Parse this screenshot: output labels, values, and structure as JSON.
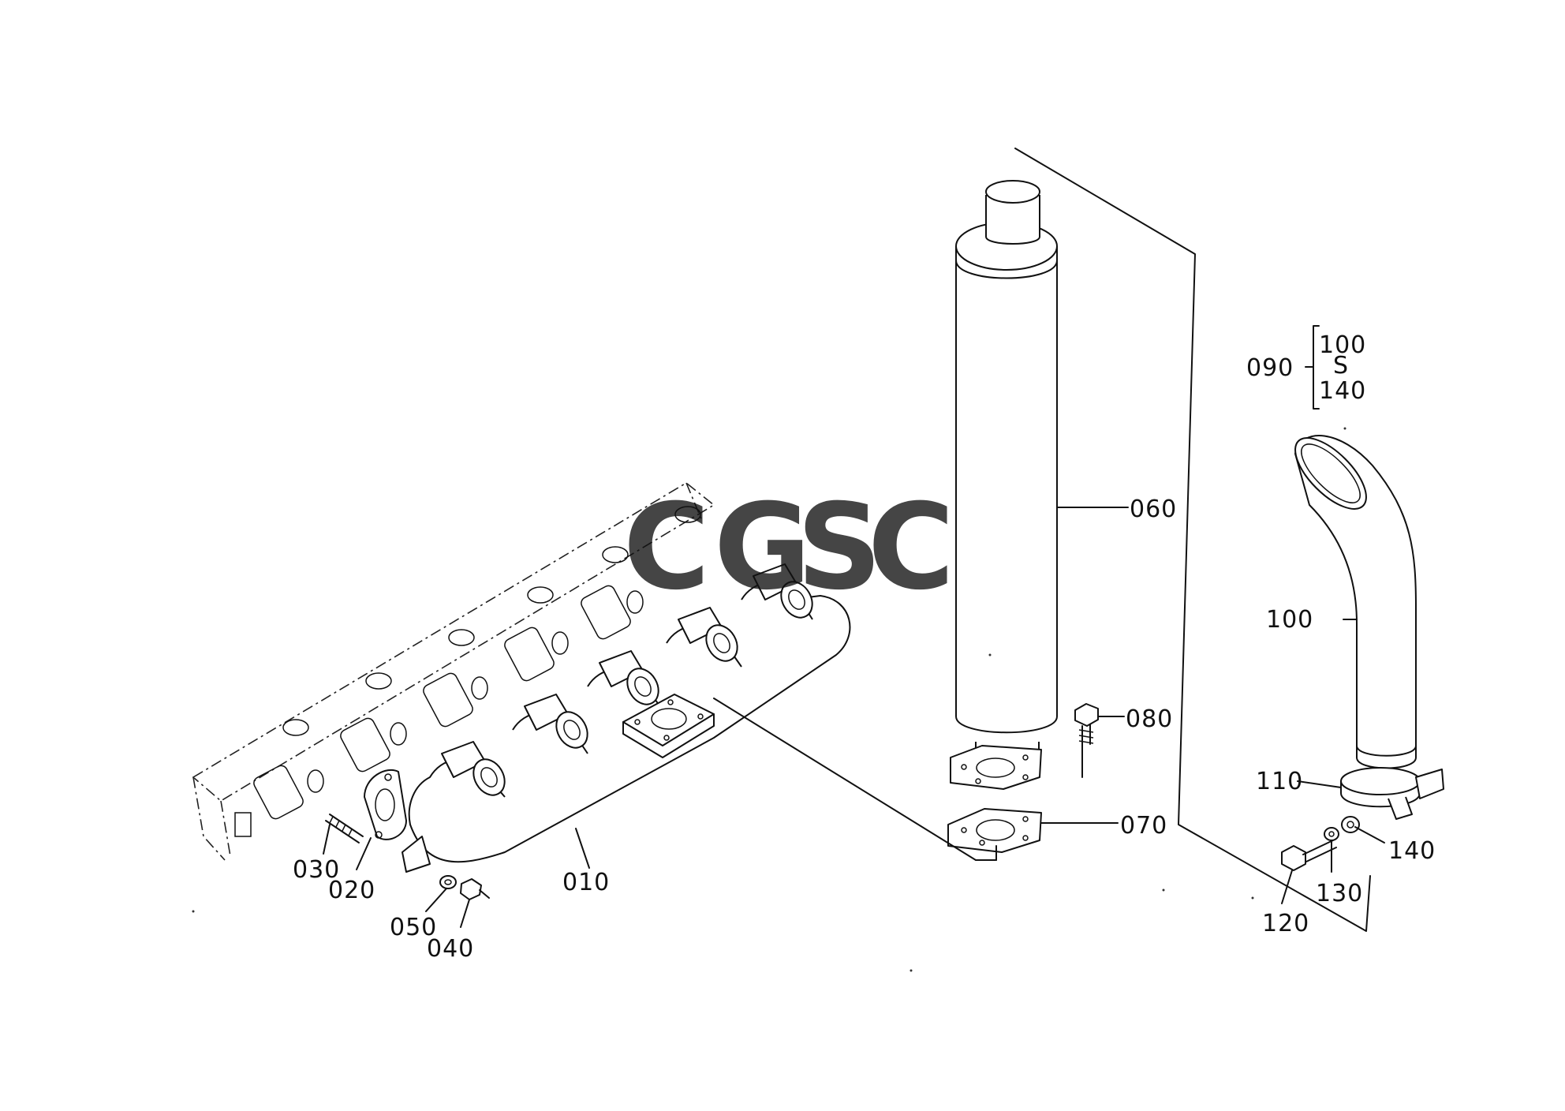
{
  "watermark": {
    "letters": [
      "C",
      "G",
      "S",
      "C"
    ],
    "colors": [
      "#4a86e8",
      "#e06666",
      "#f1c232",
      "#3d9970"
    ]
  },
  "callouts": {
    "c010": "010",
    "c020": "020",
    "c030": "030",
    "c040": "040",
    "c050": "050",
    "c060": "060",
    "c070": "070",
    "c080": "080",
    "c090": "090",
    "c100": "100",
    "c110": "110",
    "c120": "120",
    "c130": "130",
    "c140": "140"
  },
  "kit_bracket": {
    "from": "100",
    "separator": "S",
    "to": "140"
  }
}
